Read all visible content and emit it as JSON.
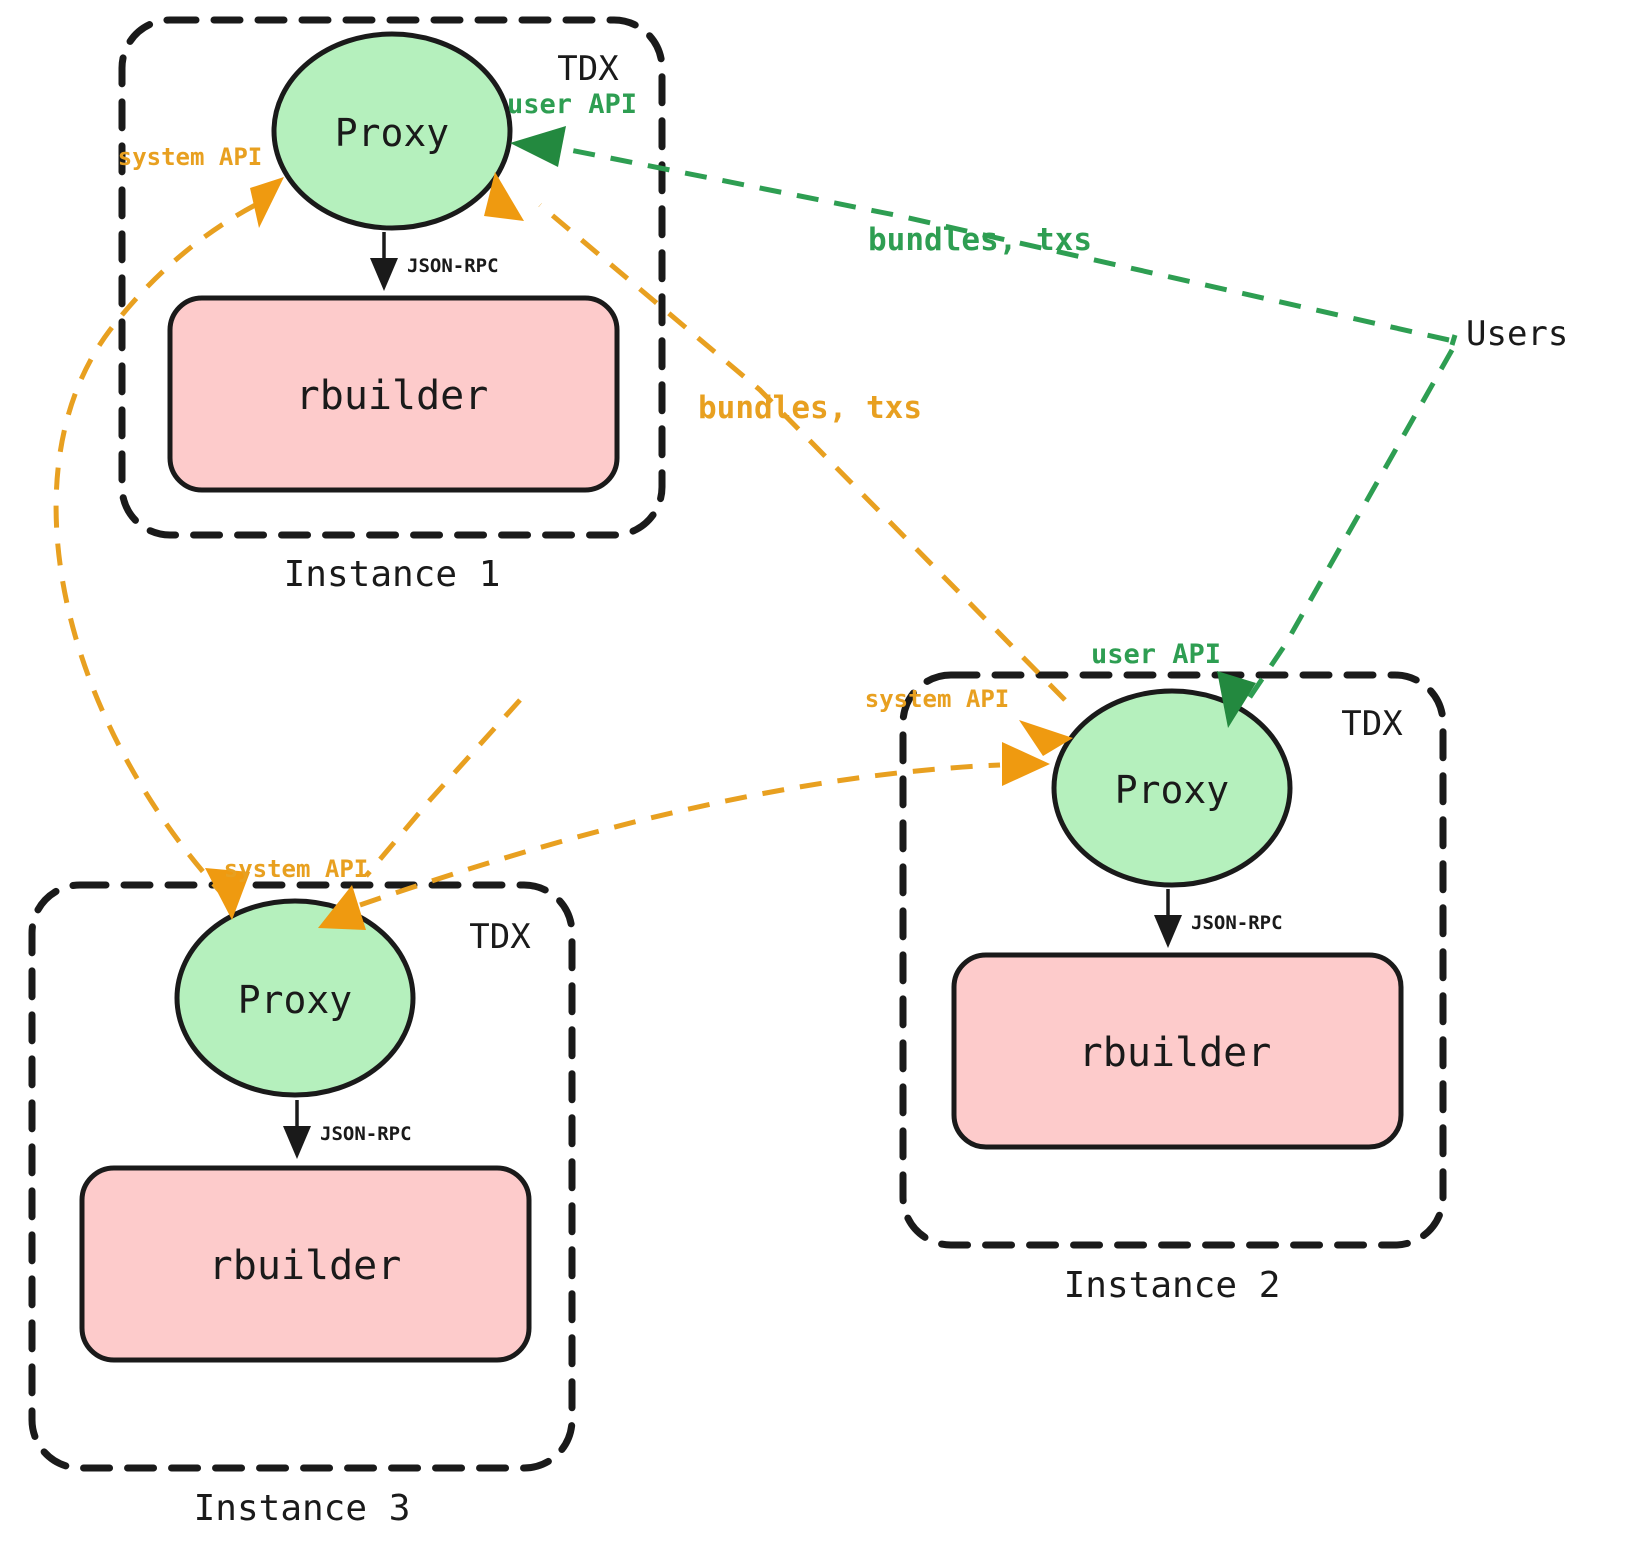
{
  "diagram": {
    "title_text": "",
    "colors": {
      "proxy_fill": "#b5f0bd",
      "rbuilder_fill": "#fdcbcb",
      "enclave_stroke": "#1a1a1a",
      "system_api_orange": "#e8a020",
      "user_api_green": "#2e9e52",
      "arrow_orange": "#ef9a10",
      "arrow_green": "#23893f",
      "text_black": "#1a1a1a"
    },
    "external_actor": {
      "label": "Users"
    },
    "instances": [
      {
        "id": "instance-1",
        "caption": "Instance 1",
        "enclave_label": "TDX",
        "proxy_label": "Proxy",
        "builder_label": "rbuilder",
        "internal_link_label": "JSON-RPC",
        "system_api_label": "system API",
        "user_api_label": "user API"
      },
      {
        "id": "instance-2",
        "caption": "Instance 2",
        "enclave_label": "TDX",
        "proxy_label": "Proxy",
        "builder_label": "rbuilder",
        "internal_link_label": "JSON-RPC",
        "system_api_label": "system API",
        "user_api_label": "user API"
      },
      {
        "id": "instance-3",
        "caption": "Instance 3",
        "enclave_label": "TDX",
        "proxy_label": "Proxy",
        "builder_label": "rbuilder",
        "internal_link_label": "JSON-RPC",
        "system_api_label": "system API",
        "user_api_label": ""
      }
    ],
    "flows": [
      {
        "id": "users-to-instance1",
        "label": "bundles, txs",
        "color_role": "user_api_green",
        "kind": "user-api"
      },
      {
        "id": "instance1-to-others",
        "label": "bundles, txs",
        "color_role": "system_api_orange",
        "kind": "system-api"
      }
    ]
  }
}
